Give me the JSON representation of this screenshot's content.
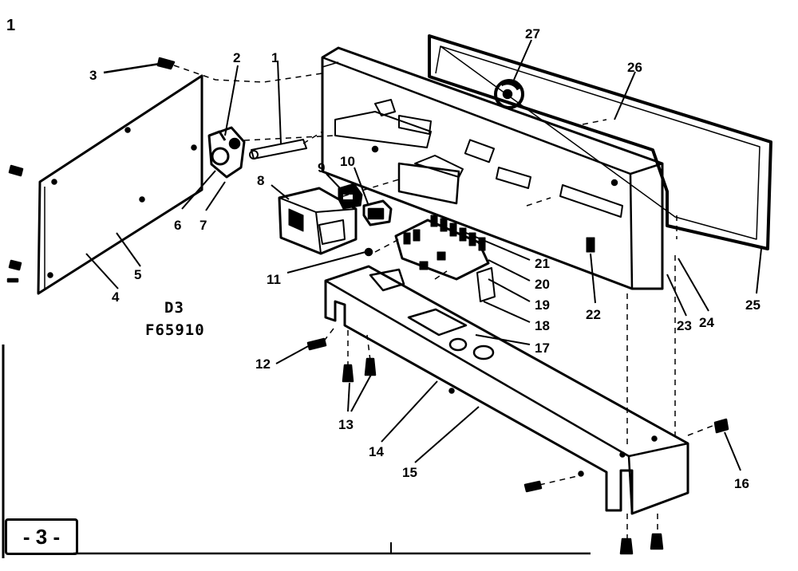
{
  "diagram": {
    "model_code_line1": "D3",
    "model_code_line2": "F65910",
    "page_label": "- 3 -",
    "top_left_mark": "1",
    "callouts": [
      "1",
      "2",
      "3",
      "4",
      "5",
      "6",
      "7",
      "8",
      "9",
      "10",
      "11",
      "12",
      "13",
      "14",
      "15",
      "16",
      "17",
      "18",
      "19",
      "20",
      "21",
      "22",
      "23",
      "24",
      "25",
      "26",
      "27"
    ]
  }
}
